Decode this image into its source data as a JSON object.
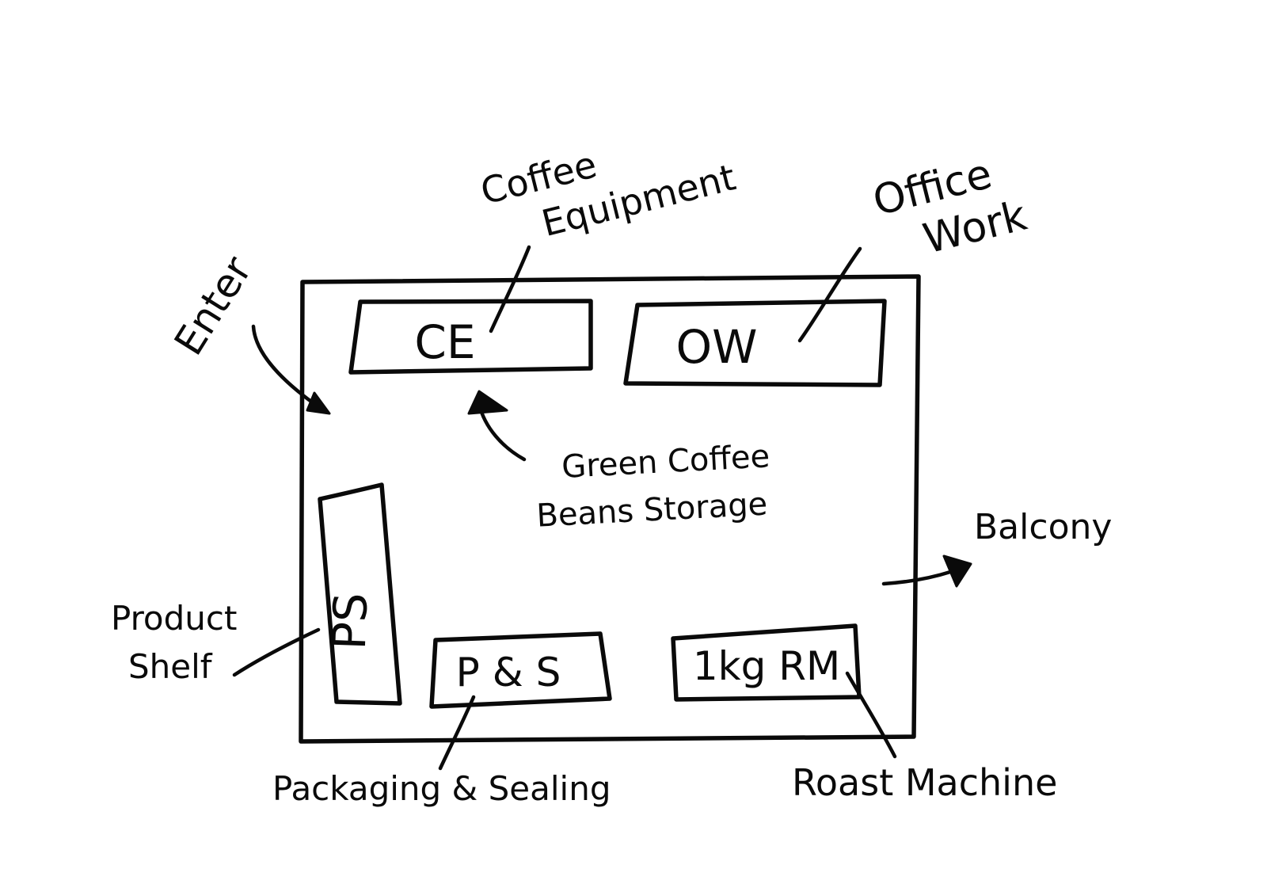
{
  "labels": {
    "coffee_equipment": [
      "Coffee",
      "Equipment"
    ],
    "office_work": [
      "Office",
      "Work"
    ],
    "enter": "Enter",
    "green_coffee": [
      "Green Coffee",
      "Beans Storage"
    ],
    "balcony": "Balcony",
    "product_shelf": [
      "Product",
      "Shelf"
    ],
    "packaging": "Packaging & Sealing",
    "roast_machine": "Roast Machine"
  },
  "stations": {
    "ce": "CE",
    "ow": "OW",
    "ps": "PS",
    "pns": "P & S",
    "rm": "1kg RM"
  }
}
